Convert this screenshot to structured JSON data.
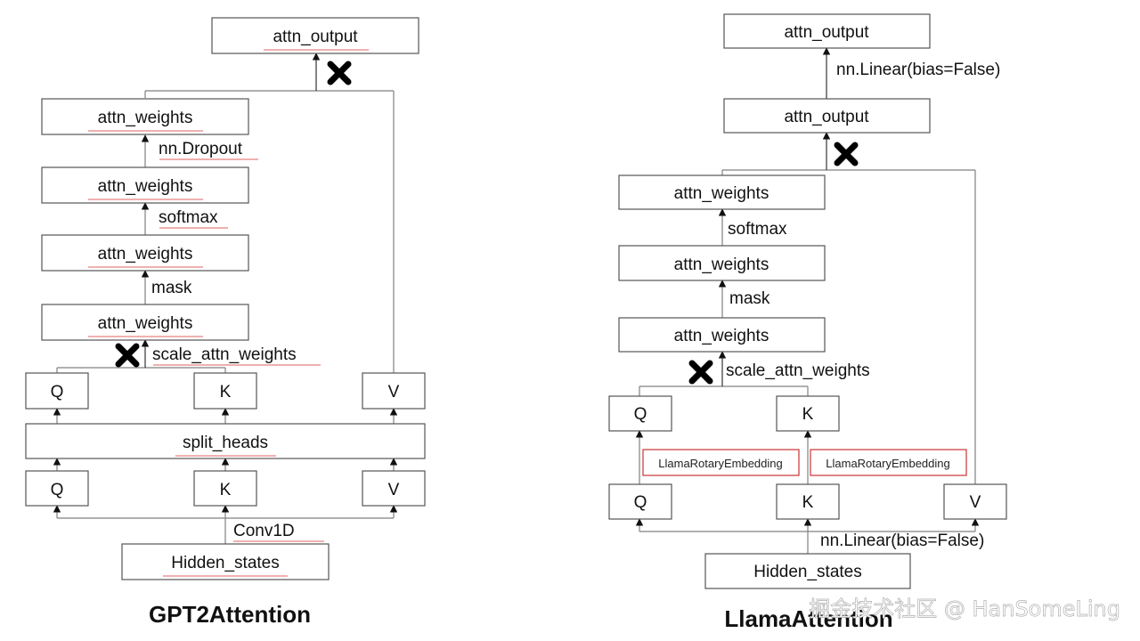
{
  "gpt2": {
    "title": "GPT2Attention",
    "attn_output": "attn_output",
    "attn_weights": "attn_weights",
    "dropout": "nn.Dropout",
    "softmax": "softmax",
    "mask": "mask",
    "scale": "scale_attn_weights",
    "q": "Q",
    "k": "K",
    "v": "V",
    "split_heads": "split_heads",
    "conv": "Conv1D",
    "hidden_states": "Hidden_states"
  },
  "llama": {
    "title": "LlamaAttention",
    "attn_output": "attn_output",
    "linear_out": "nn.Linear(bias=False)",
    "attn_weights": "attn_weights",
    "softmax": "softmax",
    "mask": "mask",
    "scale": "scale_attn_weights",
    "q": "Q",
    "k": "K",
    "v": "V",
    "rotary": "LlamaRotaryEmbedding",
    "linear_in": "nn.Linear(bias=False)",
    "hidden_states": "Hidden_states"
  },
  "watermark": "掘金技术社区 @ HanSomeLing",
  "colors": {
    "line": "#808080",
    "rotary_border": "#cc3333",
    "cross": "#000000"
  },
  "icons": {
    "multiply": "multiply-x-icon"
  }
}
